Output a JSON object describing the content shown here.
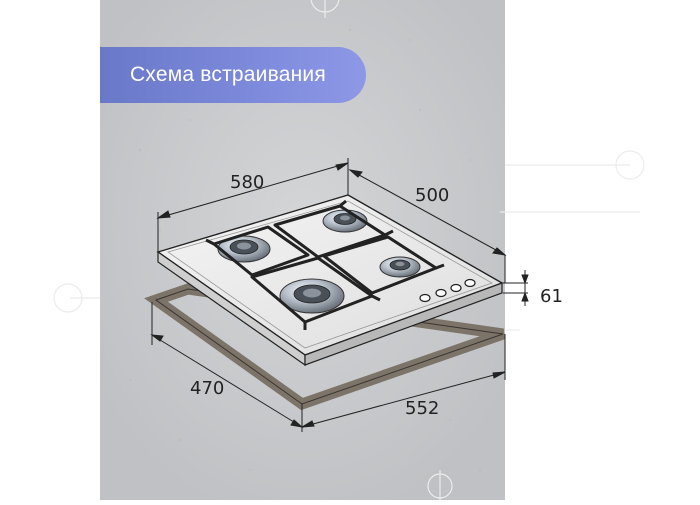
{
  "banner": {
    "title": "Схема встраивания",
    "color": "#7682d4"
  },
  "dimensions": {
    "hob_width": "580",
    "hob_depth": "500",
    "hob_height": "61",
    "cutout_depth": "470",
    "cutout_width": "552"
  },
  "colors": {
    "background": "#c9cbcd",
    "line": "#222222",
    "cutout_frame": "#7d7469",
    "hob_surface": "#ececec",
    "burner": "#b9c0c8"
  },
  "burners": [
    "small",
    "medium",
    "large",
    "wok"
  ],
  "controls_count": 4
}
